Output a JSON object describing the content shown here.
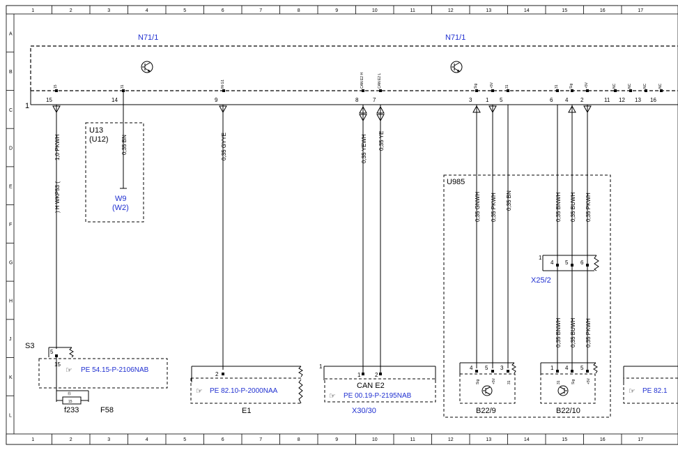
{
  "grid": {
    "columns": [
      "1",
      "2",
      "3",
      "4",
      "5",
      "6",
      "7",
      "8",
      "9",
      "10",
      "11",
      "12",
      "13",
      "14",
      "15",
      "16",
      "17"
    ],
    "rows": [
      "A",
      "B",
      "C",
      "D",
      "E",
      "F",
      "G",
      "H",
      "J",
      "K",
      "L"
    ]
  },
  "colors": {
    "link": "#1f2fd0",
    "line": "#000000"
  },
  "modules": {
    "n71_left": "N71/1",
    "n71_right": "N71/1",
    "u13": "U13",
    "u12": "(U12)",
    "w9": "W9",
    "w2": "(W2)",
    "u985": "U985",
    "x25_2": "X25/2",
    "s3": "S3",
    "f58": "F58",
    "f233": "f233",
    "e1": "E1",
    "can_e2": "CAN E2",
    "x30_30": "X30/30",
    "b22_9": "B22/9",
    "b22_10": "B22/10",
    "c1": "1",
    "k1": "1",
    "g1": "1"
  },
  "connector_pins": {
    "p15": "15",
    "p14": "14",
    "p9": "9",
    "p8": "8",
    "p7": "7",
    "p3": "3",
    "p1": "1",
    "p5": "5",
    "p6": "6",
    "p4": "4",
    "p2": "2",
    "p11": "11",
    "p12": "12",
    "p13": "13",
    "p16": "16"
  },
  "pin_functions": {
    "f15": "15",
    "f31": "31",
    "fing1": "IN G1",
    "fcanh": "CAN E2 H",
    "fcanl": "CAN E2 L",
    "fsig": "Sig",
    "f5v": "+5V",
    "f31b": "31",
    "f31c": "31",
    "fsig2": "Sig",
    "f5v2": "+5V",
    "nc1": "NC",
    "nc2": "NC",
    "nc3": "NC",
    "nc4": "NC"
  },
  "wires": {
    "w_pkwh10": "1,0 PKWH",
    "w_bn_u13": "0,35 BN",
    "w_gyye": "0,35 GYYE",
    "w_yewh": "0,35 YEWH",
    "w_ye": "0,35 YE",
    "w_gnwh": "0,35 GNWH",
    "w_pkwh_a": "0,35 PKWH",
    "w_bn_b": "0,35 BN",
    "w_bnwh_top": "0,35 BNWH",
    "w_buwh_top": "0,35 BUWH",
    "w_pkwh_top": "0,35 PKWH",
    "w_bnwh_bot": "0,35 BNWH",
    "w_buwh_bot": "0,35 BUWH",
    "w_pkwh_bot": "0,35 PKWH",
    "w_hwp53": ") H WKP53 ("
  },
  "lower_pins": {
    "s3_5": "5",
    "s3_15": "15",
    "f_pin": "15",
    "f_top": "⑮",
    "e1_2": "2",
    "x30_1": "1",
    "x30_2": "2",
    "b9_4": "4",
    "b9_5": "5",
    "b9_3": "3",
    "b10_1": "1",
    "b10_4": "4",
    "b10_5": "5",
    "x25_4": "4",
    "x25_5": "5",
    "x25_6": "6",
    "b9_sig": "Sig",
    "b9_5v": "+5V",
    "b9_31": "31",
    "b10_31": "31",
    "b10_sig": "Sig",
    "b10_5v": "+5V"
  },
  "links": {
    "pe5415": "PE 54.15-P-2106NAB",
    "pe8210": "PE 82.10-P-2000NAA",
    "pe0019": "PE 00.19-P-2195NAB",
    "pe821_cut": "PE 82.1"
  },
  "icons": {
    "hand": "pointing-hand-icon",
    "transistor": "transistor-icon"
  }
}
